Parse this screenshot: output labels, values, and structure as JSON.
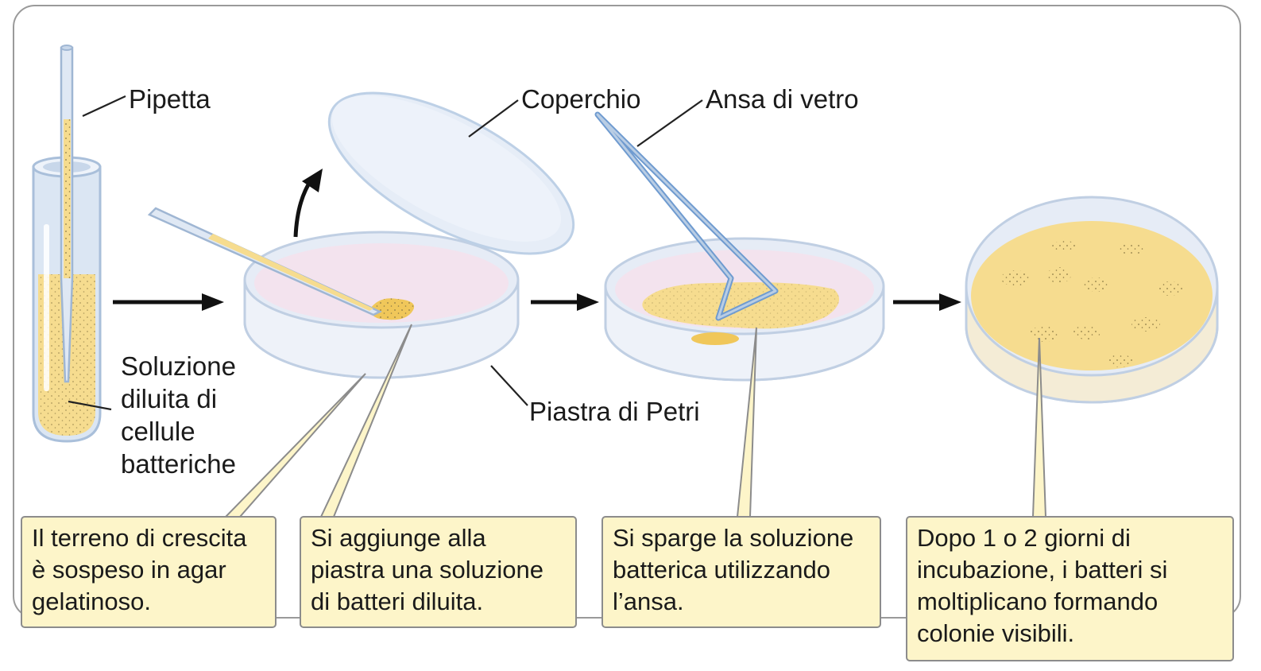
{
  "labels": {
    "pipette": "Pipetta",
    "lid": "Coperchio",
    "glass_loop": "Ansa di vetro",
    "solution": "Soluzione\ndiluita di\ncellule\nbatteriche",
    "petri_dish": "Piastra di Petri"
  },
  "captions": {
    "step1": "Il terreno di crescita\nè sospeso in agar\ngelatinoso.",
    "step2": "Si aggiunge alla\npiastra una soluzione\ndi batteri diluita.",
    "step3": "Si sparge la soluzione\nbatterica utilizzando\nl’ansa.",
    "step4": "Dopo 1 o 2 giorni di\nincubazione, i batteri si\nmoltiplicano formando\ncolonie visibili."
  },
  "colors": {
    "agar_pink": "#f3e3ee",
    "bacteria_yellow": "#f6dc8f",
    "glass_blue": "#b9cde4",
    "caption_bg": "#fdf5c9"
  }
}
